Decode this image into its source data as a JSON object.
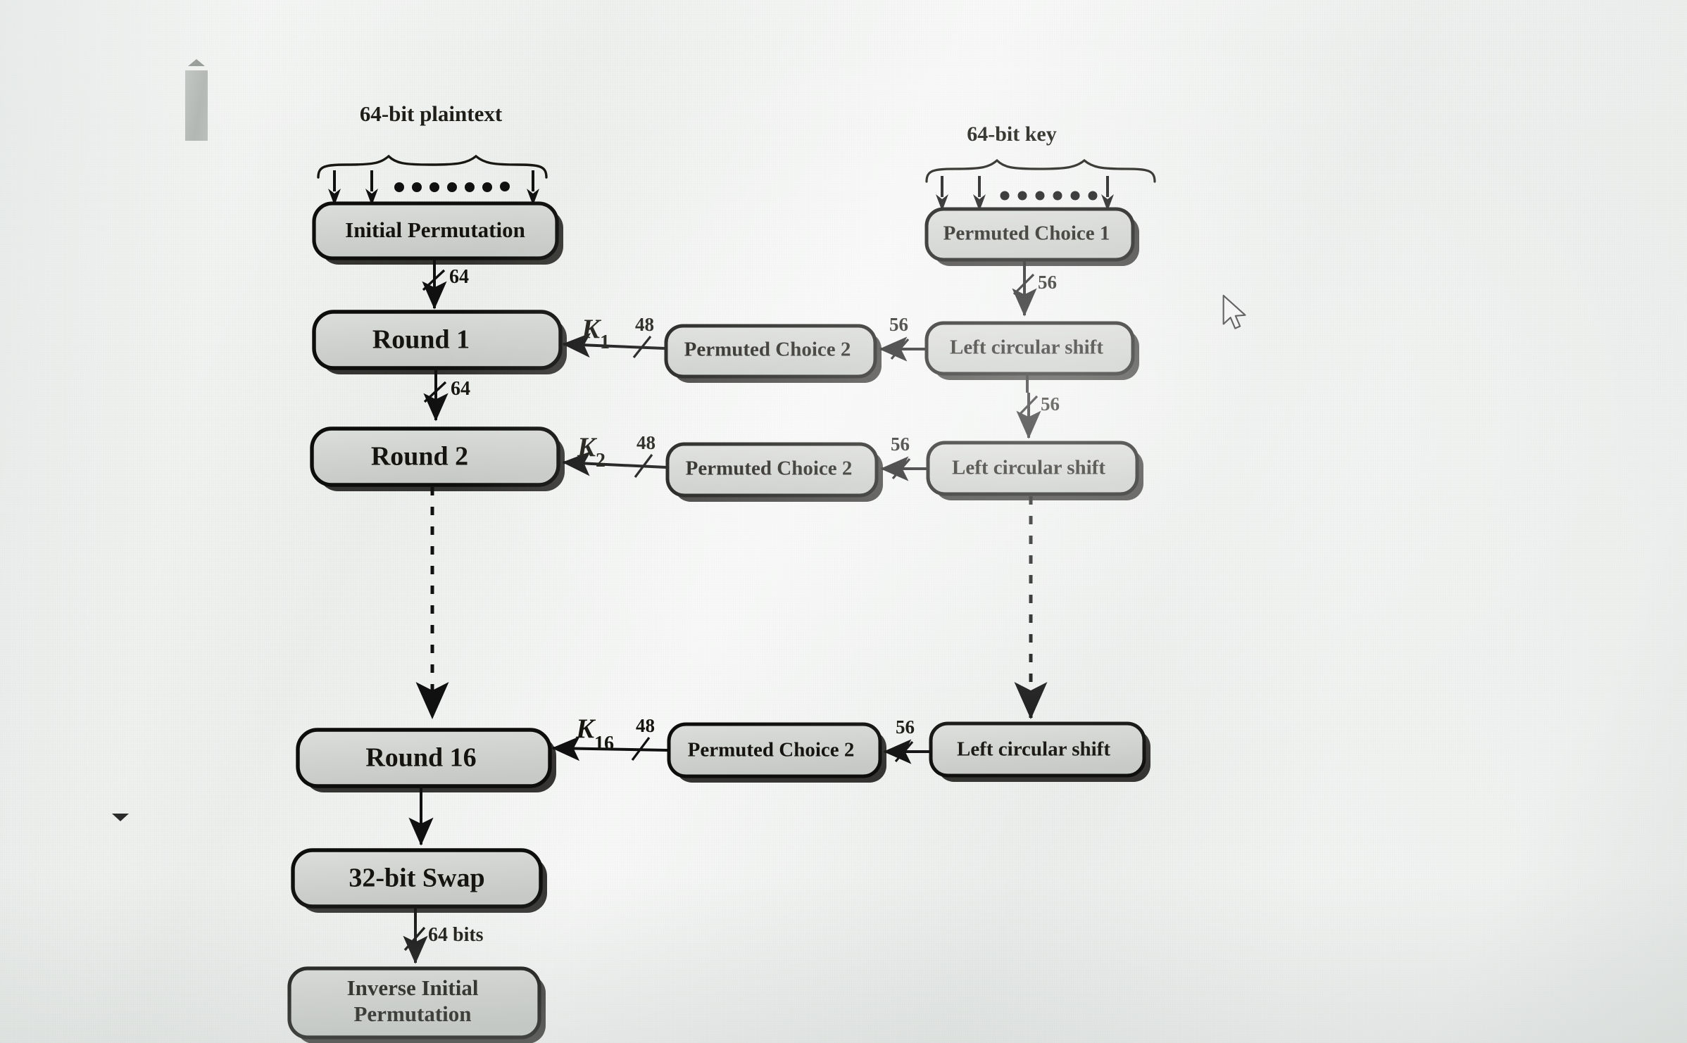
{
  "diagram": {
    "title_plaintext": "64-bit plaintext",
    "title_key": "64-bit key",
    "left_column": [
      {
        "id": "initial-permutation",
        "label": "Initial Permutation"
      },
      {
        "id": "round-1",
        "label": "Round 1"
      },
      {
        "id": "round-2",
        "label": "Round 2"
      },
      {
        "id": "round-16",
        "label": "Round 16"
      },
      {
        "id": "swap",
        "label": "32-bit Swap"
      },
      {
        "id": "inverse-initial-permutation",
        "label": "Inverse Initial",
        "label2": "Permutation"
      }
    ],
    "middle_column": [
      {
        "id": "pc2-1",
        "label": "Permuted Choice 2"
      },
      {
        "id": "pc2-2",
        "label": "Permuted Choice 2"
      },
      {
        "id": "pc2-16",
        "label": "Permuted Choice 2"
      }
    ],
    "right_column": [
      {
        "id": "pc1",
        "label": "Permuted Choice 1"
      },
      {
        "id": "lcs-1",
        "label": "Left circular shift"
      },
      {
        "id": "lcs-2",
        "label": "Left circular shift"
      },
      {
        "id": "lcs-16",
        "label": "Left circular shift"
      }
    ],
    "subkeys": [
      {
        "symbol": "K",
        "subscript": "1"
      },
      {
        "symbol": "K",
        "subscript": "2"
      },
      {
        "symbol": "K",
        "subscript": "16"
      }
    ],
    "bit_labels": {
      "ip_to_round1": "64",
      "round1_to_round2": "64",
      "k1_width": "48",
      "k2_width": "48",
      "k16_width": "48",
      "pc1_to_lcs1": "56",
      "lcs1_to_pc2_1": "56",
      "lcs1_to_lcs2": "56",
      "lcs2_to_pc2_2": "56",
      "lcs16_to_pc2_16": "56",
      "swap_to_iip": "64 bits"
    },
    "colors": {
      "box_fill": "#d3d5d2",
      "box_stroke": "#0d0d0b",
      "page_bg": "#eef0ee",
      "text": "#14130f"
    }
  },
  "viewer": {
    "scrollbar": {
      "up_arrow": "scroll-up-arrow",
      "down_arrow": "scroll-down-arrow",
      "thumb": "scroll-thumb"
    },
    "cursor": "mouse-pointer"
  }
}
